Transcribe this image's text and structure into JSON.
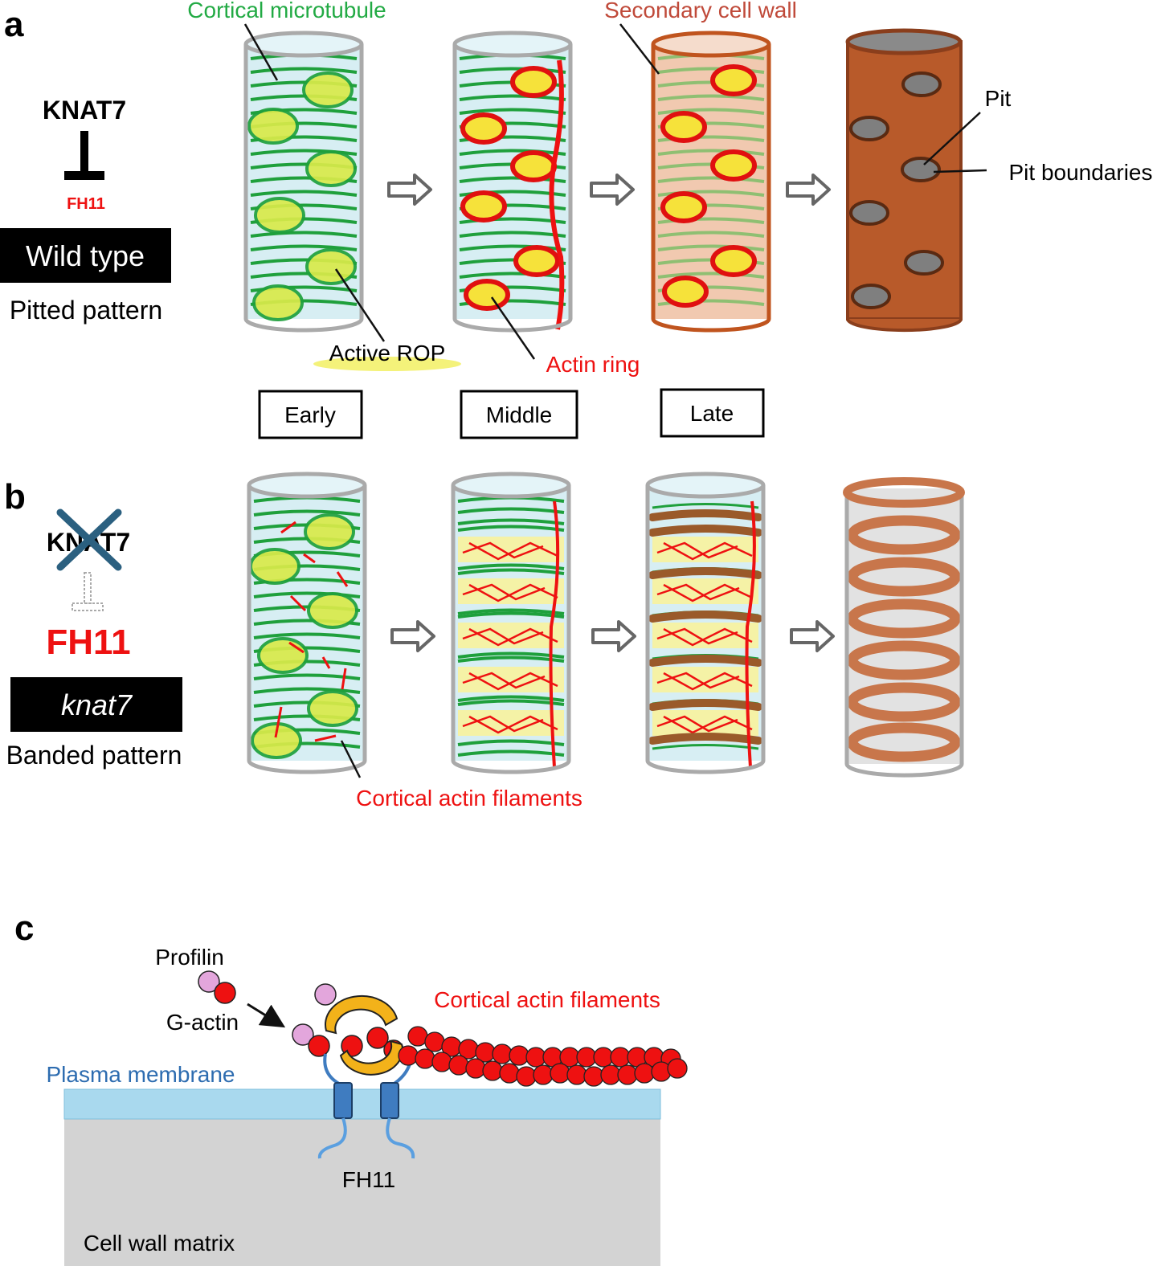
{
  "panel_a": {
    "letter": "a",
    "regulator": "KNAT7",
    "target": "FH11",
    "genotype": "Wild type",
    "pattern": "Pitted pattern",
    "labels": {
      "cortical_microtubule": "Cortical microtubule",
      "secondary_cell_wall": "Secondary cell wall",
      "active_rop": "Active ROP",
      "actin_ring": "Actin ring",
      "pit": "Pit",
      "pit_boundaries": "Pit boundaries"
    },
    "stages": [
      "Early",
      "Middle",
      "Late"
    ]
  },
  "panel_b": {
    "letter": "b",
    "regulator": "KNAT7",
    "target": "FH11",
    "genotype": "knat7",
    "pattern": "Banded pattern",
    "labels": {
      "cortical_actin_filaments": "Cortical actin filaments"
    }
  },
  "panel_c": {
    "letter": "c",
    "labels": {
      "profilin": "Profilin",
      "g_actin": "G-actin",
      "cortical_actin_filaments": "Cortical actin filaments",
      "plasma_membrane": "Plasma membrane",
      "fh11": "FH11",
      "cell_wall_matrix": "Cell wall matrix"
    }
  },
  "colors": {
    "microtubule": "#1fa03c",
    "rop": "#d9ea4a",
    "actin": "#ee1111",
    "wall": "#b85a2a",
    "wall_light": "#c8764b",
    "profilin": "#e3a6dc",
    "membrane": "#a9d9ee",
    "matrix": "#d3d3d3",
    "formin": "#f3b21a",
    "formin_tm": "#3f7cc0",
    "title_green": "#22aa44",
    "title_brown": "#c04a3a",
    "label_blue": "#2d6cb0"
  }
}
